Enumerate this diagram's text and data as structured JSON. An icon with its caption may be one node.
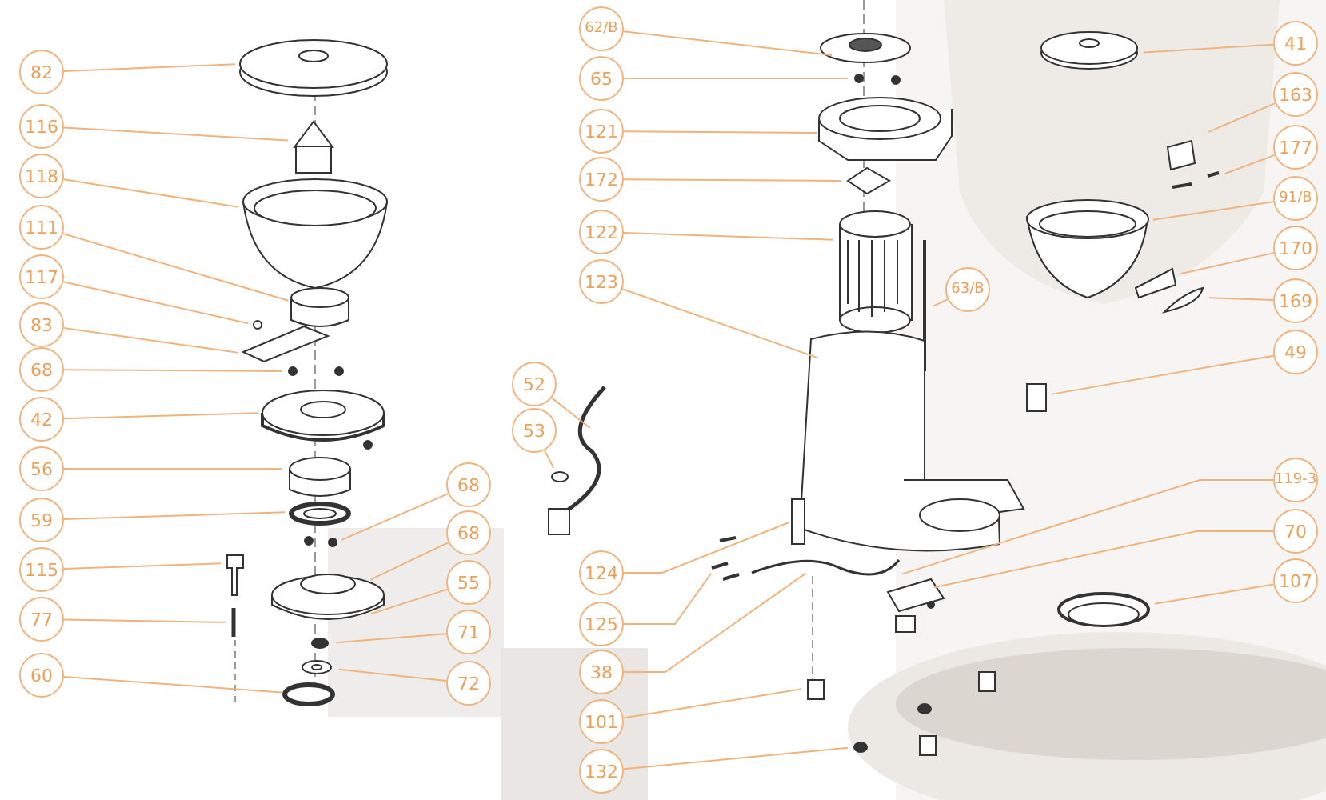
{
  "diagram": {
    "nodes": [
      {
        "text": [
          "82"
        ]
      },
      {
        "text": [
          "116"
        ]
      },
      {
        "text": [
          "118"
        ]
      },
      {
        "text": [
          "111"
        ]
      },
      {
        "text": [
          "117"
        ]
      },
      {
        "text": [
          "83"
        ]
      },
      {
        "text": [
          "68"
        ]
      },
      {
        "text": [
          "42"
        ]
      },
      {
        "text": [
          "56"
        ]
      },
      {
        "text": [
          "59"
        ]
      },
      {
        "text": [
          "115"
        ]
      },
      {
        "text": [
          "77"
        ]
      },
      {
        "text": [
          "60"
        ]
      },
      {
        "text": [
          "68"
        ]
      },
      {
        "text": [
          "68"
        ]
      },
      {
        "text": [
          "55"
        ]
      },
      {
        "text": [
          "71"
        ]
      },
      {
        "text": [
          "72"
        ]
      },
      {
        "text": [
          "62/B"
        ]
      },
      {
        "text": [
          "65"
        ]
      },
      {
        "text": [
          "121"
        ]
      },
      {
        "text": [
          "172"
        ]
      },
      {
        "text": [
          "122"
        ]
      },
      {
        "text": [
          "123"
        ]
      },
      {
        "text": [
          "52"
        ]
      },
      {
        "text": [
          "53"
        ]
      },
      {
        "text": [
          "124"
        ]
      },
      {
        "text": [
          "125"
        ]
      },
      {
        "text": [
          "38"
        ]
      },
      {
        "text": [
          "101"
        ]
      },
      {
        "text": [
          "132"
        ]
      },
      {
        "text": [
          "63/B"
        ]
      },
      {
        "text": [
          "41"
        ]
      },
      {
        "text": [
          "163"
        ]
      },
      {
        "text": [
          "177"
        ]
      },
      {
        "text": [
          "91/B"
        ]
      },
      {
        "text": [
          "170"
        ]
      },
      {
        "text": [
          "169"
        ]
      },
      {
        "text": [
          "49"
        ]
      },
      {
        "text": [
          "119-3"
        ]
      },
      {
        "text": [
          "70"
        ]
      },
      {
        "text": [
          "107"
        ]
      }
    ],
    "edges": [
      {
        "from": 0,
        "to": null,
        "arrow": "none"
      },
      {
        "from": 1,
        "to": null,
        "arrow": "none"
      },
      {
        "from": 2,
        "to": null,
        "arrow": "none"
      },
      {
        "from": 3,
        "to": null,
        "arrow": "none"
      },
      {
        "from": 4,
        "to": null,
        "arrow": "none"
      },
      {
        "from": 5,
        "to": null,
        "arrow": "none"
      },
      {
        "from": 6,
        "to": null,
        "arrow": "none"
      },
      {
        "from": 7,
        "to": null,
        "arrow": "none"
      },
      {
        "from": 8,
        "to": null,
        "arrow": "none"
      },
      {
        "from": 9,
        "to": null,
        "arrow": "none"
      },
      {
        "from": 10,
        "to": null,
        "arrow": "none"
      },
      {
        "from": 11,
        "to": null,
        "arrow": "none"
      },
      {
        "from": 12,
        "to": null,
        "arrow": "none"
      },
      {
        "from": 13,
        "to": null,
        "arrow": "none"
      },
      {
        "from": 14,
        "to": null,
        "arrow": "none"
      },
      {
        "from": 15,
        "to": null,
        "arrow": "none"
      },
      {
        "from": 16,
        "to": null,
        "arrow": "none"
      },
      {
        "from": 17,
        "to": null,
        "arrow": "none"
      },
      {
        "from": 18,
        "to": null,
        "arrow": "none"
      },
      {
        "from": 19,
        "to": null,
        "arrow": "none"
      },
      {
        "from": 20,
        "to": null,
        "arrow": "none"
      },
      {
        "from": 21,
        "to": null,
        "arrow": "none"
      },
      {
        "from": 22,
        "to": null,
        "arrow": "none"
      },
      {
        "from": 23,
        "to": null,
        "arrow": "none"
      },
      {
        "from": 24,
        "to": null,
        "arrow": "none"
      },
      {
        "from": 25,
        "to": null,
        "arrow": "none"
      },
      {
        "from": 26,
        "to": null,
        "arrow": "none"
      },
      {
        "from": 27,
        "to": null,
        "arrow": "none"
      },
      {
        "from": 28,
        "to": null,
        "arrow": "none"
      },
      {
        "from": 29,
        "to": null,
        "arrow": "none"
      },
      {
        "from": 30,
        "to": null,
        "arrow": "none"
      },
      {
        "from": 31,
        "to": null,
        "arrow": "none"
      },
      {
        "from": 32,
        "to": null,
        "arrow": "none"
      },
      {
        "from": 33,
        "to": null,
        "arrow": "none"
      },
      {
        "from": 34,
        "to": null,
        "arrow": "none"
      },
      {
        "from": 35,
        "to": null,
        "arrow": "none"
      },
      {
        "from": 36,
        "to": null,
        "arrow": "none"
      },
      {
        "from": 37,
        "to": null,
        "arrow": "none"
      },
      {
        "from": 38,
        "to": null,
        "arrow": "none"
      },
      {
        "from": 39,
        "to": null,
        "arrow": "none"
      },
      {
        "from": 40,
        "to": null,
        "arrow": "none"
      },
      {
        "from": 41,
        "to": null,
        "arrow": "none"
      }
    ]
  }
}
